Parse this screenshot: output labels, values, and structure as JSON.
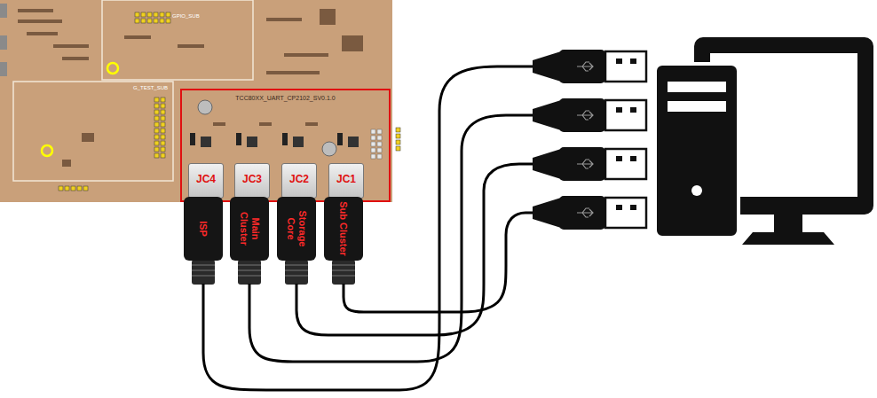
{
  "diagram": {
    "nodes": [
      {
        "text": [
          "TCC80XX_UART_CP2102_SV0.1.0"
        ]
      },
      {
        "text": [
          "JC4"
        ],
        "in": 0
      },
      {
        "text": [
          "JC3"
        ],
        "in": 0
      },
      {
        "text": [
          "JC2"
        ],
        "in": 0
      },
      {
        "text": [
          "JC1"
        ],
        "in": 0
      },
      {
        "text": [
          "ISP"
        ]
      },
      {
        "text": [
          "Main Cluster"
        ]
      },
      {
        "text": [
          "Storage Core"
        ]
      },
      {
        "text": [
          "Sub Cluster"
        ]
      }
    ],
    "labels": [
      "GPIO_SUB",
      "G_TEST_SUB"
    ]
  }
}
